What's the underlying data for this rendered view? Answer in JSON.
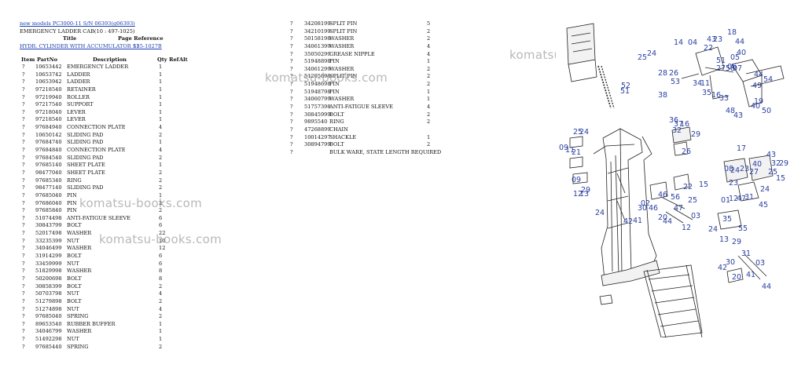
{
  "header": {
    "breadcrumb_link": "new models PC3000-11 S/N 06393(g06393)",
    "section_title": "EMERGENCY LADDER CAB(10 : 497-1025)",
    "title_label": "Title",
    "page_ref_label": "Page Reference",
    "title_link": "HYDR. CYLINDER WITH ACCUMULATOR 11",
    "page_ref_link": "S35-1027B"
  },
  "columns": {
    "item": "Item",
    "part_no": "PartNo",
    "description": "Description",
    "qty": "Qty",
    "ref": "Ref",
    "alt": "Alt"
  },
  "left_parts": [
    {
      "item": "?",
      "pn": "10653442",
      "desc": "EMERGENCY LADDER",
      "qty": "1"
    },
    {
      "item": "?",
      "pn": "10653742",
      "desc": "LADDER",
      "qty": "1"
    },
    {
      "item": "?",
      "pn": "10653942",
      "desc": "LADDER",
      "qty": "1"
    },
    {
      "item": "?",
      "pn": "97218540",
      "desc": "RETAINER",
      "qty": "1"
    },
    {
      "item": "?",
      "pn": "97219940",
      "desc": "ROLLER",
      "qty": "1"
    },
    {
      "item": "?",
      "pn": "97217540",
      "desc": "SUPPORT",
      "qty": "1"
    },
    {
      "item": "?",
      "pn": "97218040",
      "desc": "LEVER",
      "qty": "1"
    },
    {
      "item": "?",
      "pn": "97218540",
      "desc": "LEVER",
      "qty": "1"
    },
    {
      "item": "?",
      "pn": "97684940",
      "desc": "CONNECTION PLATE",
      "qty": "4"
    },
    {
      "item": "?",
      "pn": "10650142",
      "desc": "SLIDING PAD",
      "qty": "2"
    },
    {
      "item": "?",
      "pn": "97684740",
      "desc": "SLIDING PAD",
      "qty": "1"
    },
    {
      "item": "?",
      "pn": "97684840",
      "desc": "CONNECTION PLATE",
      "qty": "4"
    },
    {
      "item": "?",
      "pn": "97684540",
      "desc": "SLIDING PAD",
      "qty": "2"
    },
    {
      "item": "?",
      "pn": "97685140",
      "desc": "SHEET PLATE",
      "qty": "1"
    },
    {
      "item": "?",
      "pn": "98477040",
      "desc": "SHEET PLATE",
      "qty": "2"
    },
    {
      "item": "?",
      "pn": "97685340",
      "desc": "RING",
      "qty": "2"
    },
    {
      "item": "?",
      "pn": "98477140",
      "desc": "SLIDING PAD",
      "qty": "2"
    },
    {
      "item": "?",
      "pn": "97685040",
      "desc": "PIN",
      "qty": "1"
    },
    {
      "item": "?",
      "pn": "97686040",
      "desc": "PIN",
      "qty": "2"
    },
    {
      "item": "?",
      "pn": "97685840",
      "desc": "PIN",
      "qty": "2"
    },
    {
      "item": "?",
      "pn": "51074498",
      "desc": "ANTI-FATIGUE SLEEVE",
      "qty": "6"
    },
    {
      "item": "?",
      "pn": "30843799",
      "desc": "BOLT",
      "qty": "6"
    },
    {
      "item": "?",
      "pn": "52017498",
      "desc": "WASHER",
      "qty": "22"
    },
    {
      "item": "?",
      "pn": "33235399",
      "desc": "NUT",
      "qty": "10"
    },
    {
      "item": "?",
      "pn": "34046499",
      "desc": "WASHER",
      "qty": "12"
    },
    {
      "item": "?",
      "pn": "31914299",
      "desc": "BOLT",
      "qty": "6"
    },
    {
      "item": "?",
      "pn": "33459999",
      "desc": "NUT",
      "qty": "6"
    },
    {
      "item": "?",
      "pn": "51829998",
      "desc": "WASHER",
      "qty": "8"
    },
    {
      "item": "?",
      "pn": "50200698",
      "desc": "BOLT",
      "qty": "8"
    },
    {
      "item": "?",
      "pn": "30858399",
      "desc": "BOLT",
      "qty": "2"
    },
    {
      "item": "?",
      "pn": "50703798",
      "desc": "NUT",
      "qty": "4"
    },
    {
      "item": "?",
      "pn": "51279898",
      "desc": "BOLT",
      "qty": "2"
    },
    {
      "item": "?",
      "pn": "51274898",
      "desc": "NUT",
      "qty": "4"
    },
    {
      "item": "?",
      "pn": "97685040",
      "desc": "SPRING",
      "qty": "2"
    },
    {
      "item": "?",
      "pn": "89653540",
      "desc": "RUBBER BUFFER",
      "qty": "1"
    },
    {
      "item": "?",
      "pn": "34046799",
      "desc": "WASHER",
      "qty": "1"
    },
    {
      "item": "?",
      "pn": "51492298",
      "desc": "NUT",
      "qty": "1"
    },
    {
      "item": "?",
      "pn": "97685440",
      "desc": "SPRING",
      "qty": "2"
    }
  ],
  "right_parts": [
    {
      "item": "?",
      "pn": "34208199",
      "desc": "SPLIT PIN",
      "qty": "5"
    },
    {
      "item": "?",
      "pn": "34210199",
      "desc": "SPLIT PIN",
      "qty": "2"
    },
    {
      "item": "?",
      "pn": "50158198",
      "desc": "WASHER",
      "qty": "2"
    },
    {
      "item": "?",
      "pn": "34061399",
      "desc": "WASHER",
      "qty": "4"
    },
    {
      "item": "?",
      "pn": "35050299",
      "desc": "GREASE NIPPLE",
      "qty": "4"
    },
    {
      "item": "?",
      "pn": "51948898",
      "desc": "PIN",
      "qty": "1"
    },
    {
      "item": "?",
      "pn": "34061299",
      "desc": "WASHER",
      "qty": "2"
    },
    {
      "item": "?",
      "pn": "51205698",
      "desc": "SPLIT PIN",
      "qty": "2"
    },
    {
      "item": "?",
      "pn": "51948698",
      "desc": "PIN",
      "qty": "2"
    },
    {
      "item": "?",
      "pn": "51948798",
      "desc": "PIN",
      "qty": "1"
    },
    {
      "item": "?",
      "pn": "34060799",
      "desc": "WASHER",
      "qty": "1"
    },
    {
      "item": "?",
      "pn": "51757398",
      "desc": "ANTI-FATIGUE SLEEVE",
      "qty": "4"
    },
    {
      "item": "?",
      "pn": "30845999",
      "desc": "BOLT",
      "qty": "2"
    },
    {
      "item": "?",
      "pn": "9895540",
      "desc": "RING",
      "qty": "2"
    },
    {
      "item": "?",
      "pn": "47268899",
      "desc": "CHAIN",
      "qty": ""
    },
    {
      "item": "?",
      "pn": "10014297",
      "desc": "SHACKLE",
      "qty": "1"
    },
    {
      "item": "?",
      "pn": "30894799",
      "desc": "BOLT",
      "qty": "2"
    },
    {
      "item": "?",
      "pn": "",
      "desc": "BULK WARE, STATE LENGTH REQUIRED",
      "qty": ""
    }
  ],
  "watermarks": {
    "w1": "komatsu-books.com",
    "w2": "komatsu-books.com",
    "w3": "komatsu-books.com",
    "w4": "komatsu-books.com"
  },
  "diagram_labels": [
    "18",
    "44",
    "14",
    "04",
    "43",
    "23",
    "22",
    "40",
    "25",
    "24",
    "51",
    "05",
    "06",
    "28",
    "26",
    "27",
    "58",
    "07",
    "44",
    "53",
    "49",
    "52",
    "51",
    "34",
    "11",
    "35",
    "16",
    "33",
    "48",
    "43",
    "40",
    "19",
    "50",
    "54",
    "38",
    "36",
    "37",
    "16",
    "32",
    "29",
    "25",
    "24",
    "09",
    "11",
    "21",
    "26",
    "17",
    "43",
    "32",
    "29",
    "09",
    "12",
    "13",
    "29",
    "46",
    "56",
    "25",
    "22",
    "15",
    "08",
    "24",
    "23",
    "40",
    "27",
    "25",
    "15",
    "24",
    "23",
    "01",
    "12",
    "47",
    "31",
    "45",
    "24",
    "02",
    "46",
    "47",
    "30",
    "20",
    "03",
    "44",
    "42",
    "41",
    "12",
    "24",
    "35",
    "55",
    "13",
    "29",
    "31",
    "30",
    "03",
    "42",
    "41",
    "44",
    "20"
  ]
}
